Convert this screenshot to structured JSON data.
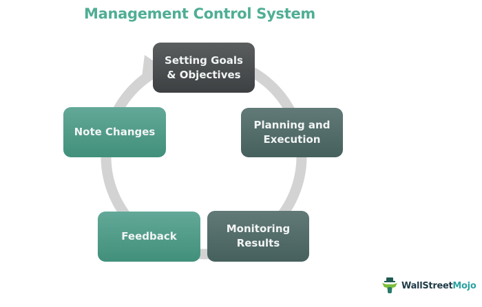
{
  "title": "Management Control System",
  "cycle": {
    "steps": [
      {
        "label_line1": "Setting Goals",
        "label_line2": "& Objectives"
      },
      {
        "label_line1": "Planning and",
        "label_line2": "Execution"
      },
      {
        "label_line1": "Monitoring",
        "label_line2": "Results"
      },
      {
        "label_line1": "Feedback",
        "label_line2": ""
      },
      {
        "label_line1": "Note Changes",
        "label_line2": ""
      }
    ],
    "ring_color": "#d3d3d3"
  },
  "colors": {
    "title": "#4fae93",
    "dark_box": "#4a4d4f",
    "slate_box": "#536d6a",
    "teal_box": "#4f9c87"
  },
  "logo": {
    "name_part1": "WallStreet",
    "name_part2": "Mojo"
  }
}
